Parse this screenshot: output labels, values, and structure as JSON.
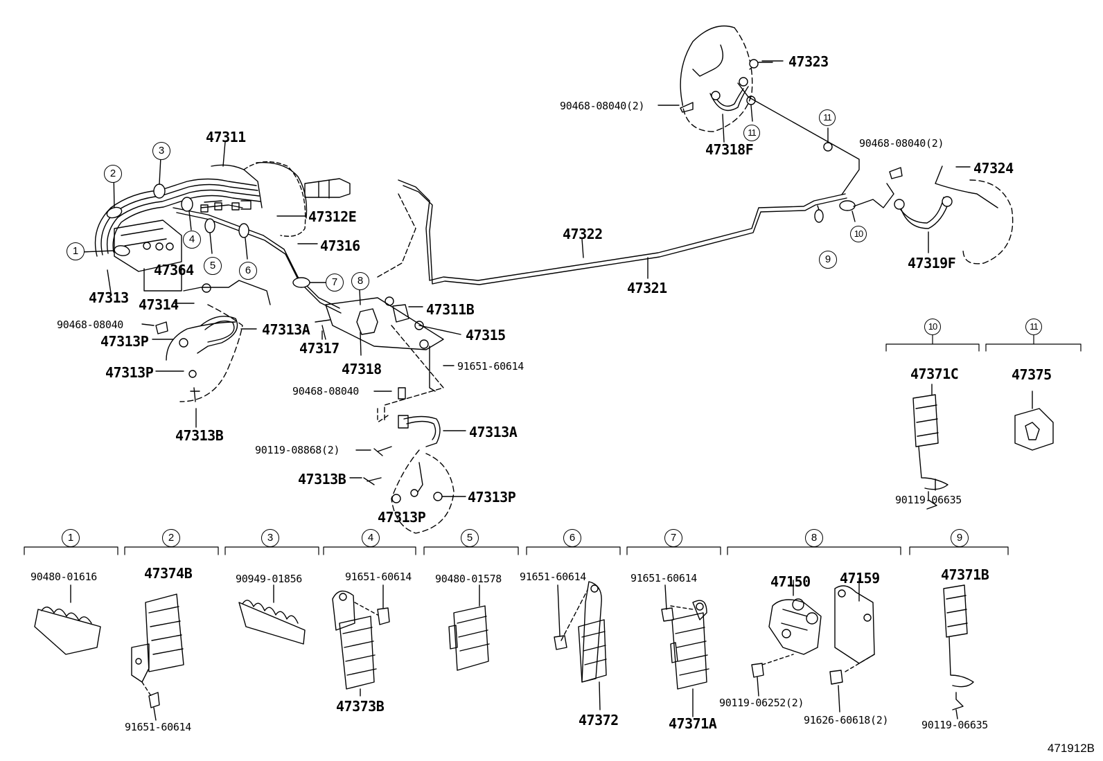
{
  "diagram_id": "471912B",
  "part_labels": {
    "p47311": "47311",
    "p47312E": "47312E",
    "p47316": "47316",
    "p47364": "47364",
    "p47313": "47313",
    "p47314": "47314",
    "p90468_a": "90468-08040",
    "p47313A_a": "47313A",
    "p47313P_a": "47313P",
    "p47313P_b": "47313P",
    "p47313B_a": "47313B",
    "p47317": "47317",
    "p47318": "47318",
    "p47311B": "47311B",
    "p47315": "47315",
    "p91651_a": "91651-60614",
    "p90468_b": "90468-08040",
    "p47313A_b": "47313A",
    "p90119_a": "90119-08868(2)",
    "p47313B_b": "47313B",
    "p47313P_c": "47313P",
    "p47313P_d": "47313P",
    "p47322": "47322",
    "p47321": "47321",
    "p47323": "47323",
    "p90468_c": "90468-08040(2)",
    "p47318F": "47318F",
    "p90468_d": "90468-08040(2)",
    "p47324": "47324",
    "p47319F": "47319F",
    "p47371C": "47371C",
    "p47375": "47375",
    "p90119_b": "90119-06635",
    "k90480_01616": "90480-01616",
    "k47374B": "47374B",
    "k91651_b": "91651-60614",
    "k90949": "90949-01856",
    "k91651_c": "91651-60614",
    "k47373B": "47373B",
    "k90480_01578": "90480-01578",
    "k91651_d": "91651-60614",
    "k47372": "47372",
    "k91651_e": "91651-60614",
    "k47371A": "47371A",
    "k47150": "47150",
    "k47159": "47159",
    "k90119_06252": "90119-06252(2)",
    "k91626": "91626-60618(2)",
    "k47371B": "47371B",
    "k90119_c": "90119-06635"
  },
  "ref_numbers": {
    "n1": "1",
    "n2": "2",
    "n3": "3",
    "n4": "4",
    "n5": "5",
    "n6": "6",
    "n7": "7",
    "n8": "8",
    "n9": "9",
    "n10": "10",
    "n11a": "11",
    "n11b": "11",
    "k1": "1",
    "k2": "2",
    "k3": "3",
    "k4": "4",
    "k5": "5",
    "k6": "6",
    "k7": "7",
    "k8": "8",
    "k9": "9",
    "k10": "10",
    "k11": "11"
  }
}
